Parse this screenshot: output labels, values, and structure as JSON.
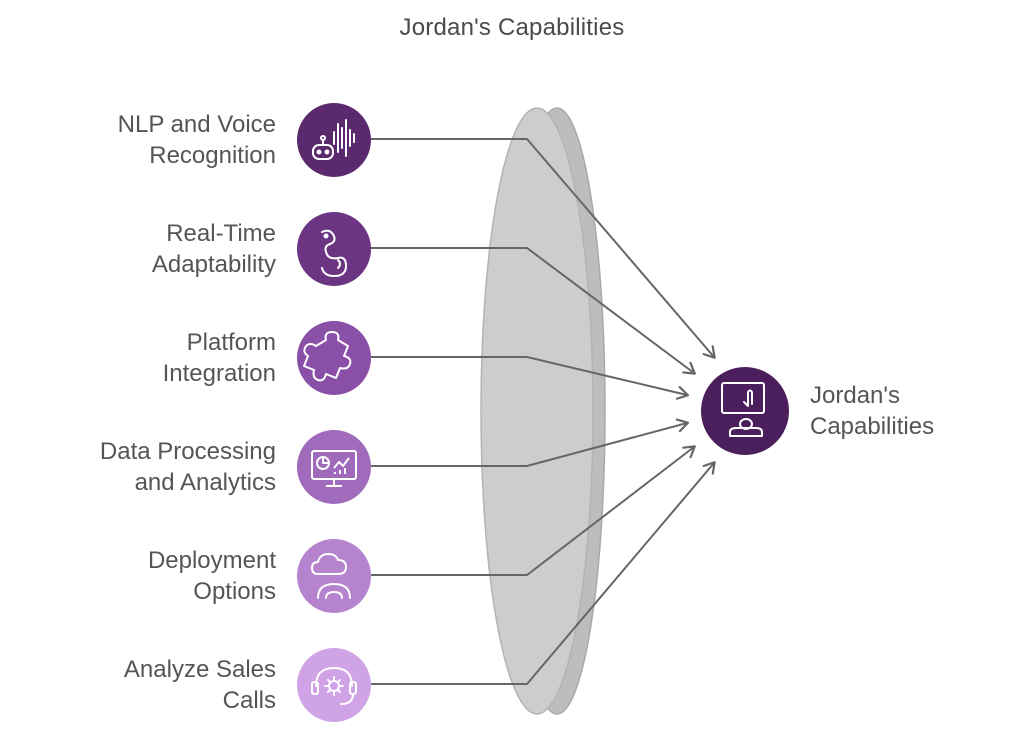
{
  "title": "Jordan's Capabilities",
  "inputs": [
    {
      "label": "NLP and Voice\nRecognition",
      "icon": "voice-bot-icon",
      "color": "#5b2a6e"
    },
    {
      "label": "Real-Time\nAdaptability",
      "icon": "chameleon-icon",
      "color": "#6b3583"
    },
    {
      "label": "Platform\nIntegration",
      "icon": "puzzle-piece-icon",
      "color": "#8a4fa6"
    },
    {
      "label": "Data Processing\nand Analytics",
      "icon": "analytics-monitor-icon",
      "color": "#a06bba"
    },
    {
      "label": "Deployment\nOptions",
      "icon": "cloud-deployment-icon",
      "color": "#b684ce"
    },
    {
      "label": "Analyze Sales\nCalls",
      "icon": "headset-gear-icon",
      "color": "#cfa3e6"
    }
  ],
  "output": {
    "label": "Jordan's\nCapabilities",
    "icon": "interactive-display-icon",
    "color": "#4a1f5c"
  },
  "lens_color": "#c9c9c9",
  "line_color": "#666666"
}
